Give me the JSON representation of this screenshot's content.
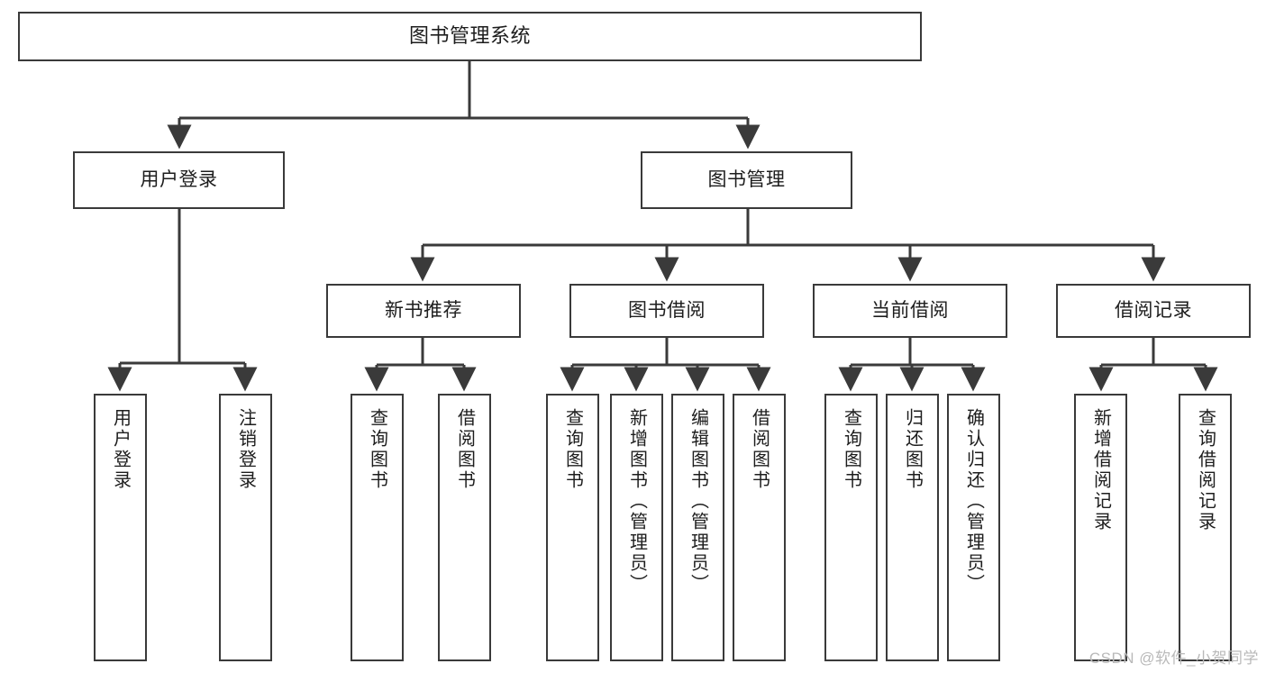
{
  "diagram": {
    "title_node": {
      "id": "root",
      "label": "图书管理系统"
    },
    "level2": [
      {
        "id": "user-login",
        "label": "用户登录"
      },
      {
        "id": "book-manage",
        "label": "图书管理"
      }
    ],
    "level3": [
      {
        "id": "new-book-rec",
        "label": "新书推荐"
      },
      {
        "id": "book-borrow",
        "label": "图书借阅"
      },
      {
        "id": "current-borrow",
        "label": "当前借阅"
      },
      {
        "id": "borrow-record",
        "label": "借阅记录"
      }
    ],
    "leaves": {
      "user_login": [
        {
          "id": "leaf-user-login",
          "label": "用户登录"
        },
        {
          "id": "leaf-logout",
          "label": "注销登录"
        }
      ],
      "new_book_rec": [
        {
          "id": "leaf-query-book-1",
          "label": "查询图书"
        },
        {
          "id": "leaf-borrow-book-1",
          "label": "借阅图书"
        }
      ],
      "book_borrow": [
        {
          "id": "leaf-query-book-2",
          "label": "查询图书"
        },
        {
          "id": "leaf-add-book",
          "label": "新增图书（管理员）"
        },
        {
          "id": "leaf-edit-book",
          "label": "编辑图书（管理员）"
        },
        {
          "id": "leaf-borrow-book-2",
          "label": "借阅图书"
        }
      ],
      "current_borrow": [
        {
          "id": "leaf-query-book-3",
          "label": "查询图书"
        },
        {
          "id": "leaf-return-book",
          "label": "归还图书"
        },
        {
          "id": "leaf-confirm-return",
          "label": "确认归还（管理员）"
        }
      ],
      "borrow_record": [
        {
          "id": "leaf-add-record",
          "label": "新增借阅记录"
        },
        {
          "id": "leaf-query-record",
          "label": "查询借阅记录"
        }
      ]
    }
  },
  "watermark": {
    "text": "CSDN @软件_小贺同学"
  },
  "colors": {
    "stroke": "#3a3a3a",
    "background": "#ffffff",
    "text": "#1d1d1d",
    "watermark": "#b9b9b9"
  }
}
